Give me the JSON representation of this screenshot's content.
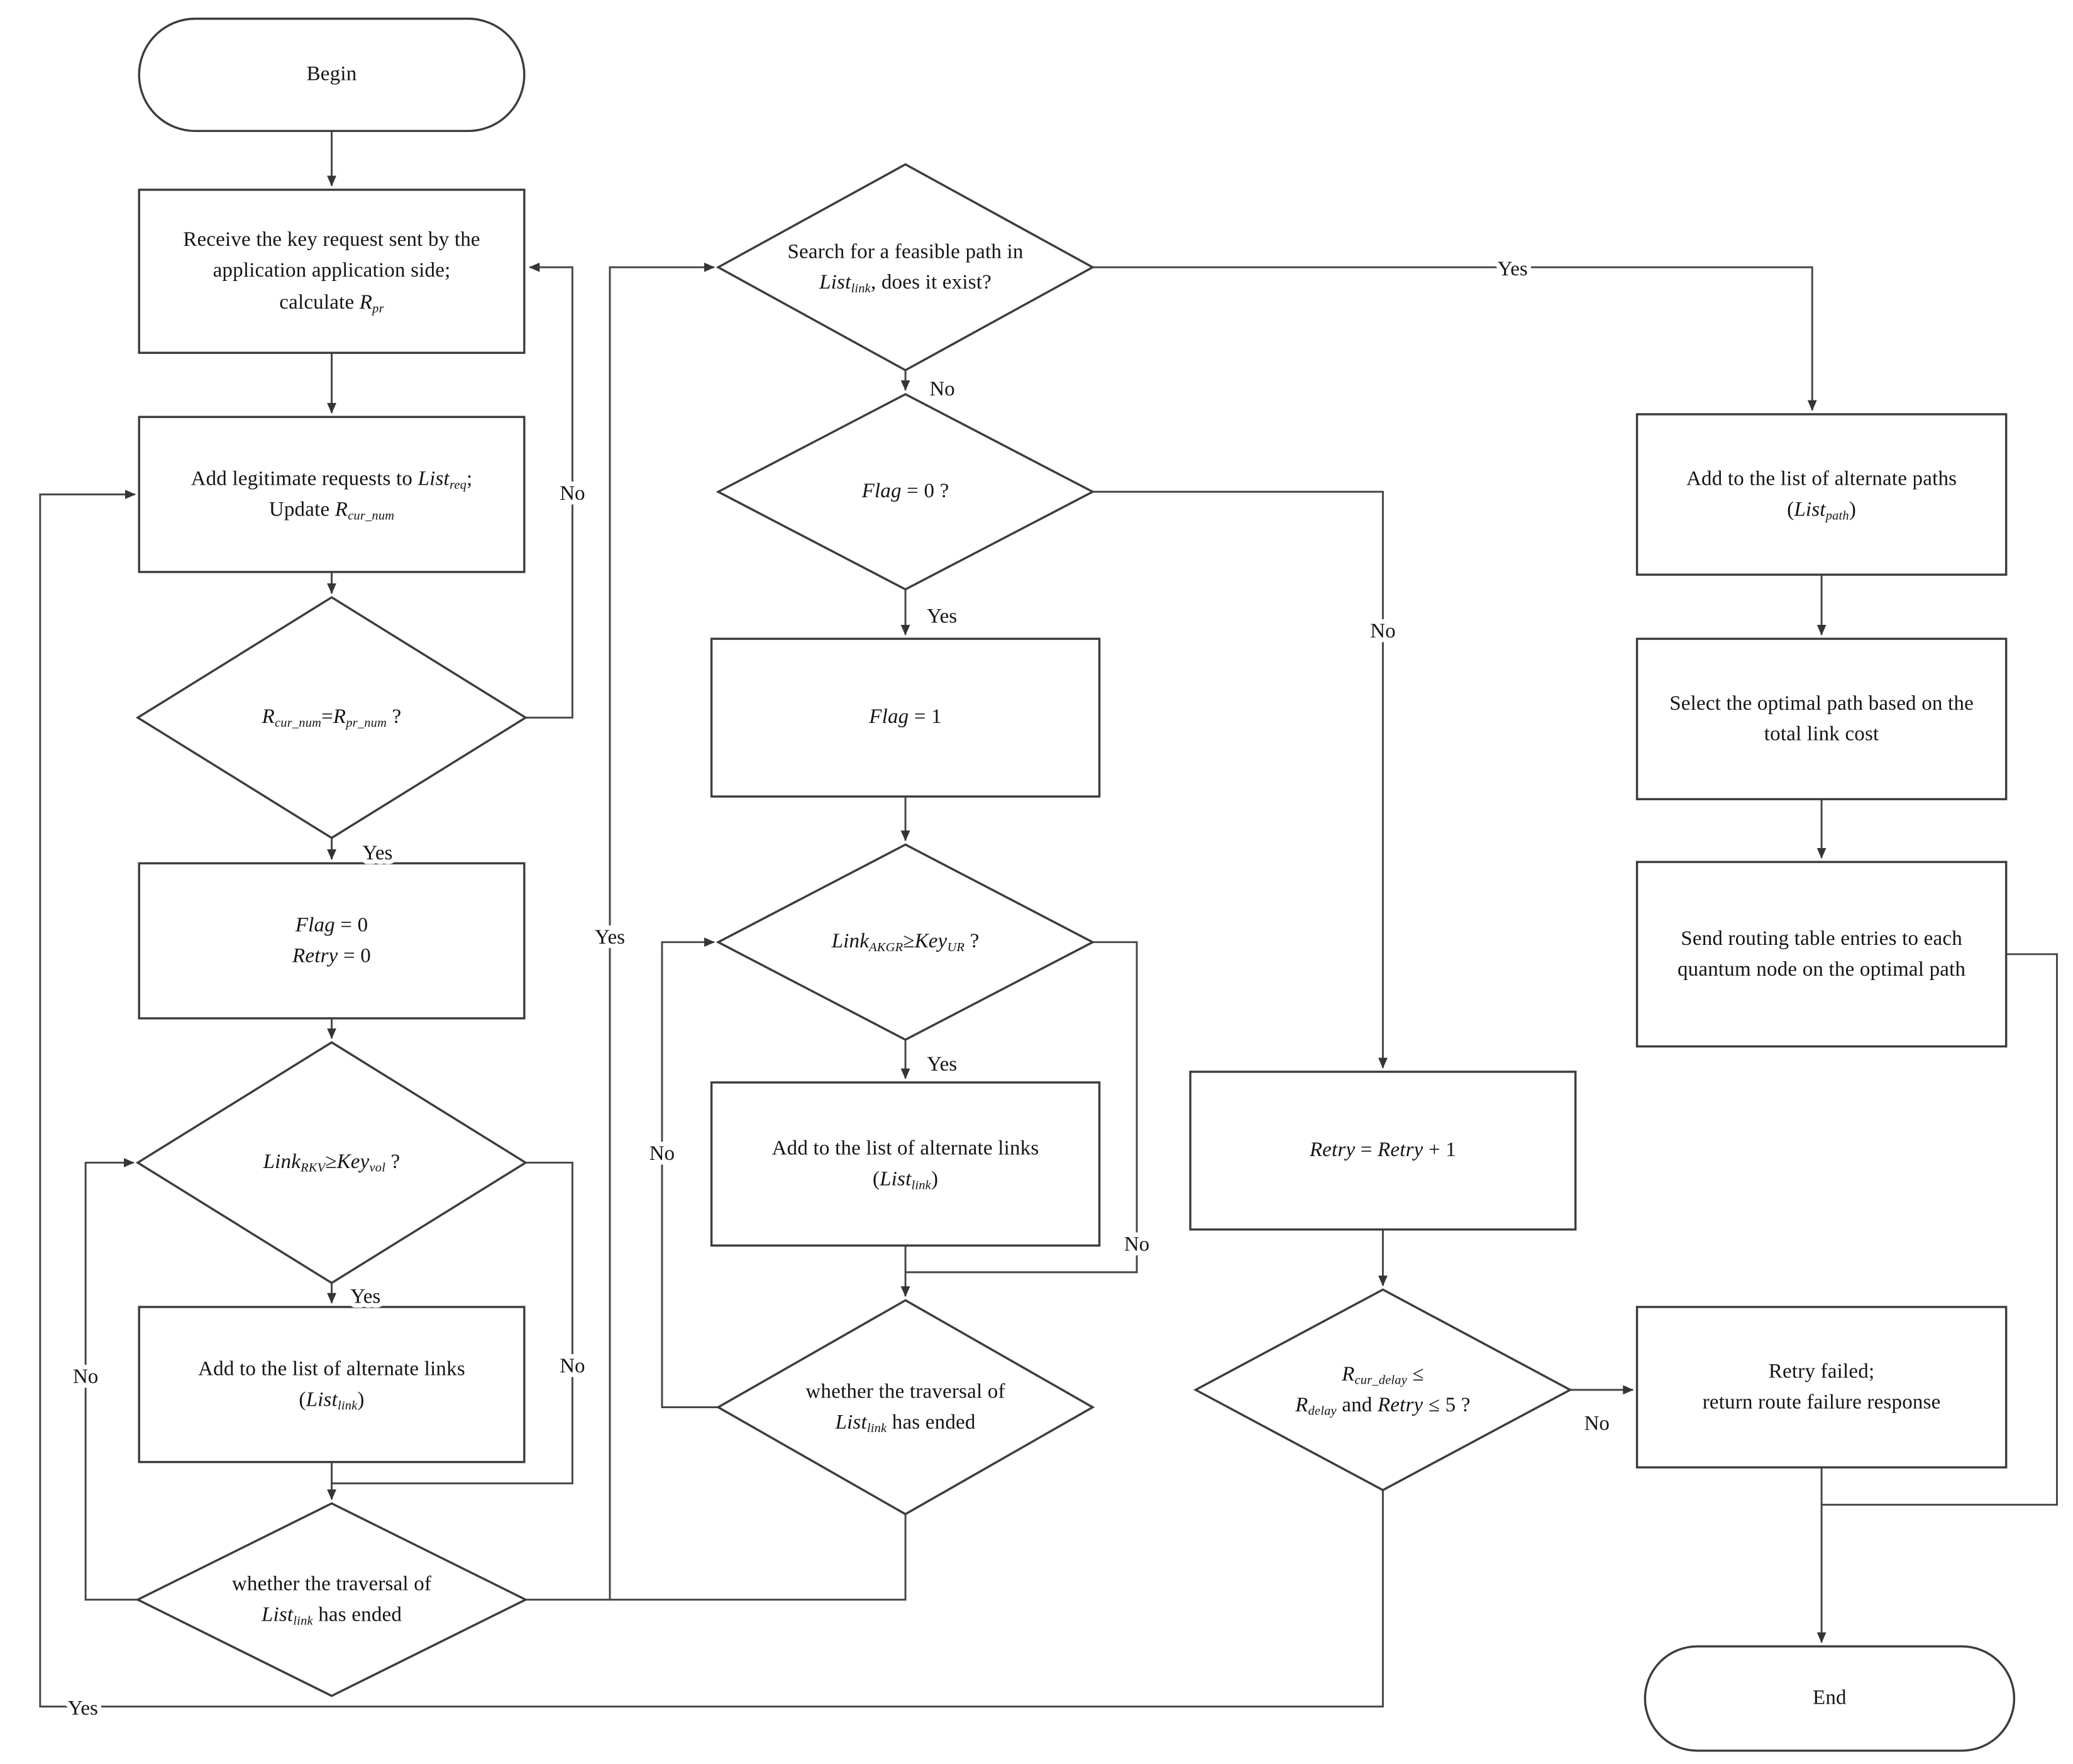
{
  "figure": {
    "title": "Quantum key routing flowchart",
    "background_color": "#ffffff",
    "line_color": "#474747",
    "shape_stroke_color": "#3c3c3c",
    "text_color": "#141414"
  },
  "nodes": {
    "begin": {
      "type": "terminator",
      "lines": [
        [
          {
            "n": "Begin"
          }
        ]
      ]
    },
    "receive_request": {
      "type": "process",
      "lines": [
        [
          {
            "n": "Receive the key request sent by the"
          }
        ],
        [
          {
            "n": "application application side;"
          }
        ],
        [
          {
            "n": "calculate "
          },
          {
            "i": "R"
          },
          {
            "s": "pr"
          }
        ]
      ]
    },
    "add_requests": {
      "type": "process",
      "lines": [
        [
          {
            "n": "Add legitimate requests to "
          },
          {
            "i": "List"
          },
          {
            "s": "req"
          },
          {
            "n": ";"
          }
        ],
        [
          {
            "n": "Update "
          },
          {
            "i": "R"
          },
          {
            "s": "cur_num"
          }
        ]
      ]
    },
    "check_rnum": {
      "type": "decision",
      "lines": [
        [
          {
            "i": "R"
          },
          {
            "s": "cur_num"
          },
          {
            "n": "="
          },
          {
            "i": "R"
          },
          {
            "s": "pr_num"
          },
          {
            "n": " ?"
          }
        ]
      ]
    },
    "init_flags": {
      "type": "process",
      "lines": [
        [
          {
            "i": "Flag"
          },
          {
            "n": " = 0"
          }
        ],
        [
          {
            "i": "Retry"
          },
          {
            "n": " = 0"
          }
        ]
      ]
    },
    "check_rkv": {
      "type": "decision",
      "lines": [
        [
          {
            "i": "Link"
          },
          {
            "s": "RKV"
          },
          {
            "n": "≥"
          },
          {
            "i": "Key"
          },
          {
            "s": "vol"
          },
          {
            "n": " ?"
          }
        ]
      ]
    },
    "add_links_left": {
      "type": "process",
      "lines": [
        [
          {
            "n": "Add to the list of alternate links"
          }
        ],
        [
          {
            "n": "("
          },
          {
            "i": "List"
          },
          {
            "s": "link"
          },
          {
            "n": ")"
          }
        ]
      ]
    },
    "check_traversal_left": {
      "type": "decision",
      "lines": [
        [
          {
            "n": "whether the traversal of"
          }
        ],
        [
          {
            "i": "List"
          },
          {
            "s": "link"
          },
          {
            "n": " has ended"
          }
        ]
      ]
    },
    "search_path": {
      "type": "decision",
      "lines": [
        [
          {
            "n": "Search for a feasible path in"
          }
        ],
        [
          {
            "i": "List"
          },
          {
            "s": "link"
          },
          {
            "n": ", does it exist?"
          }
        ]
      ]
    },
    "check_flag0": {
      "type": "decision",
      "lines": [
        [
          {
            "i": "Flag"
          },
          {
            "n": " = 0 ?"
          }
        ]
      ]
    },
    "set_flag1": {
      "type": "process",
      "lines": [
        [
          {
            "i": "Flag"
          },
          {
            "n": " = 1"
          }
        ]
      ]
    },
    "check_akgr": {
      "type": "decision",
      "lines": [
        [
          {
            "i": "Link"
          },
          {
            "s": "AKGR"
          },
          {
            "n": "≥"
          },
          {
            "i": "Key"
          },
          {
            "s": "UR"
          },
          {
            "n": " ?"
          }
        ]
      ]
    },
    "add_links_mid": {
      "type": "process",
      "lines": [
        [
          {
            "n": "Add to the list of alternate links"
          }
        ],
        [
          {
            "n": "("
          },
          {
            "i": "List"
          },
          {
            "s": "link"
          },
          {
            "n": ")"
          }
        ]
      ]
    },
    "check_traversal_mid": {
      "type": "decision",
      "lines": [
        [
          {
            "n": "whether the traversal of"
          }
        ],
        [
          {
            "i": "List"
          },
          {
            "s": "link"
          },
          {
            "n": " has ended"
          }
        ]
      ]
    },
    "retry_inc": {
      "type": "process",
      "lines": [
        [
          {
            "i": "Retry"
          },
          {
            "n": " = "
          },
          {
            "i": "Retry"
          },
          {
            "n": " + 1"
          }
        ]
      ]
    },
    "check_delay": {
      "type": "decision",
      "lines": [
        [
          {
            "i": "R"
          },
          {
            "s": "cur_delay"
          },
          {
            "n": " ≤"
          }
        ],
        [
          {
            "i": "R"
          },
          {
            "s": "delay"
          },
          {
            "n": " and "
          },
          {
            "i": "Retry"
          },
          {
            "n": " ≤ 5 ?"
          }
        ]
      ]
    },
    "add_paths": {
      "type": "process",
      "lines": [
        [
          {
            "n": "Add to the list of alternate paths"
          }
        ],
        [
          {
            "n": "("
          },
          {
            "i": "List"
          },
          {
            "s": "path"
          },
          {
            "n": ")"
          }
        ]
      ]
    },
    "select_optimal": {
      "type": "process",
      "lines": [
        [
          {
            "n": "Select the optimal path based on the"
          }
        ],
        [
          {
            "n": "total link cost"
          }
        ]
      ]
    },
    "send_routing": {
      "type": "process",
      "lines": [
        [
          {
            "n": "Send routing table entries to each"
          }
        ],
        [
          {
            "n": "quantum node on the optimal path"
          }
        ]
      ]
    },
    "retry_failed": {
      "type": "process",
      "lines": [
        [
          {
            "n": "Retry failed;"
          }
        ],
        [
          {
            "n": "return route failure response"
          }
        ]
      ]
    },
    "end": {
      "type": "terminator",
      "lines": [
        [
          {
            "n": "End"
          }
        ]
      ]
    }
  },
  "edge_labels": {
    "no_rnum": "No",
    "yes_rnum": "Yes",
    "yes_rkv": "Yes",
    "no_rkv": "No",
    "no_traversal_left": "No",
    "yes_traversal_left": "Yes",
    "no_search": "No",
    "yes_search": "Yes",
    "yes_flag0": "Yes",
    "no_flag0": "No",
    "yes_akgr": "Yes",
    "no_akgr_loop": "No",
    "no_akgr": "No",
    "no_delay": "No",
    "yes_delay": "Yes"
  }
}
